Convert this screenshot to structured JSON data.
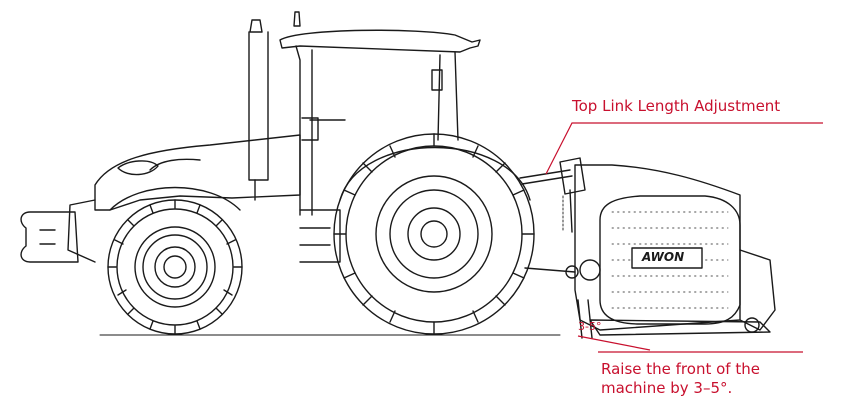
{
  "callouts": {
    "top_link": "Top Link Length Adjustment",
    "raise_line1": "Raise the front of the",
    "raise_line2": "machine by 3–5°.",
    "angle": "3-5°"
  },
  "machine": {
    "brand_text": "AWON"
  },
  "colors": {
    "ink": "#1a1a1a",
    "accent": "#c8102e",
    "background": "#ffffff"
  }
}
